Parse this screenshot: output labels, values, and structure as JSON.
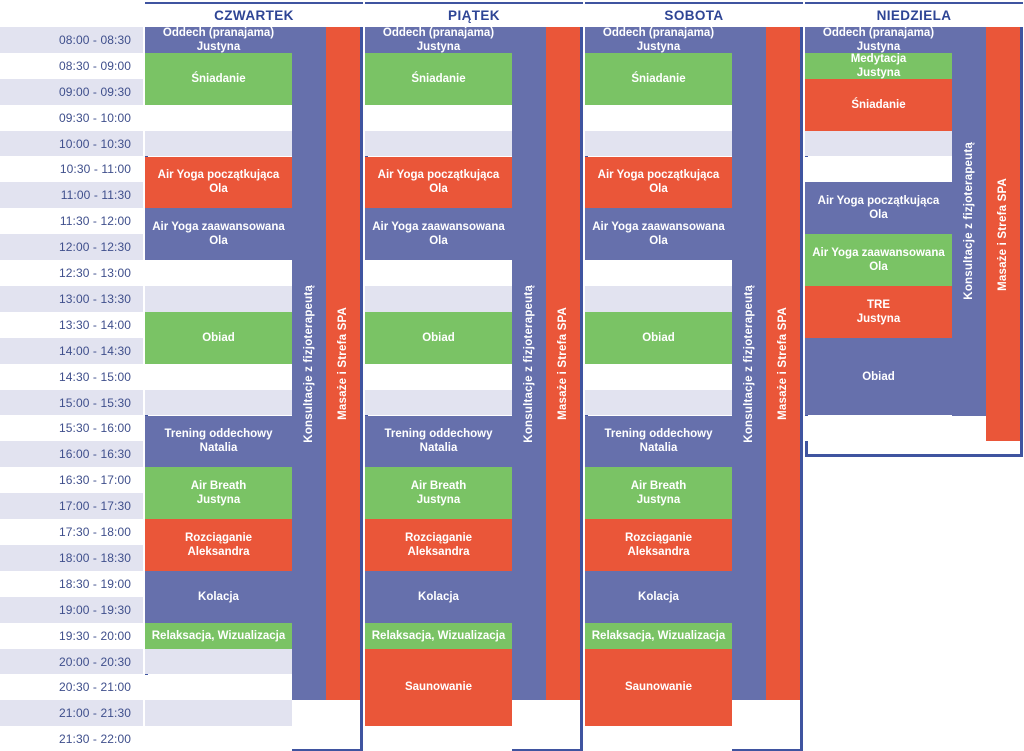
{
  "colors": {
    "blue": "#6670ac",
    "red": "#ea5639",
    "green": "#7ac365",
    "stripe": "#e2e3f0",
    "white": "#ffffff",
    "border": "#3f54a0",
    "text_dark": "#3f4f8c",
    "head_text": "#2e4595"
  },
  "times": [
    "08:00 - 08:30",
    "08:30 - 09:00",
    "09:00 - 09:30",
    "09:30 - 10:00",
    "10:00 - 10:30",
    "10:30 - 11:00",
    "11:00 - 11:30",
    "11:30 - 12:00",
    "12:00 - 12:30",
    "12:30 - 13:00",
    "13:00 - 13:30",
    "13:30 - 14:00",
    "14:00 - 14:30",
    "14:30 - 15:00",
    "15:00 - 15:30",
    "15:30 - 16:00",
    "16:00 - 16:30",
    "16:30 - 17:00",
    "17:00 - 17:30",
    "17:30 - 18:00",
    "18:00 - 18:30",
    "18:30 - 19:00",
    "19:00 - 19:30",
    "19:30 - 20:00",
    "20:00 - 20:30",
    "20:30 - 21:00",
    "21:00 - 21:30",
    "21:30 - 22:00"
  ],
  "sidebar_labels": {
    "physio": "Konsultacje z fizjoterapeutą",
    "spa": "Masaże i Strefa SPA"
  },
  "days": [
    {
      "id": "czwartek",
      "title": "CZWARTEK",
      "events": [
        {
          "title": "Oddech (pranajama)",
          "person": "Justyna",
          "color": "blue",
          "start": 1,
          "span": 1
        },
        {
          "title": "Śniadanie",
          "person": "",
          "color": "green",
          "start": 2,
          "span": 2
        },
        {
          "title": "Air Yoga początkująca",
          "person": "Ola",
          "color": "red",
          "start": 6,
          "span": 2
        },
        {
          "title": "Air Yoga zaawansowana",
          "person": "Ola",
          "color": "blue",
          "start": 8,
          "span": 2
        },
        {
          "title": "Obiad",
          "person": "",
          "color": "green",
          "start": 12,
          "span": 2
        },
        {
          "title": "Trening oddechowy",
          "person": "Natalia",
          "color": "blue",
          "start": 16,
          "span": 2
        },
        {
          "title": "Air Breath",
          "person": "Justyna",
          "color": "green",
          "start": 18,
          "span": 2
        },
        {
          "title": "Rozciąganie",
          "person": "Aleksandra",
          "color": "red",
          "start": 20,
          "span": 2
        },
        {
          "title": "Kolacja",
          "person": "",
          "color": "blue",
          "start": 22,
          "span": 2
        },
        {
          "title": "Relaksacja, Wizualizacja",
          "person": "",
          "color": "green",
          "start": 24,
          "span": 1
        }
      ],
      "physio": {
        "start": 1,
        "span": 26
      },
      "spa": {
        "start": 1,
        "span": 26
      }
    },
    {
      "id": "piatek",
      "title": "PIĄTEK",
      "events": [
        {
          "title": "Oddech (pranajama)",
          "person": "Justyna",
          "color": "blue",
          "start": 1,
          "span": 1
        },
        {
          "title": "Śniadanie",
          "person": "",
          "color": "green",
          "start": 2,
          "span": 2
        },
        {
          "title": "Air Yoga początkująca",
          "person": "Ola",
          "color": "red",
          "start": 6,
          "span": 2
        },
        {
          "title": "Air Yoga zaawansowana",
          "person": "Ola",
          "color": "blue",
          "start": 8,
          "span": 2
        },
        {
          "title": "Obiad",
          "person": "",
          "color": "green",
          "start": 12,
          "span": 2
        },
        {
          "title": "Trening oddechowy",
          "person": "Natalia",
          "color": "blue",
          "start": 16,
          "span": 2
        },
        {
          "title": "Air Breath",
          "person": "Justyna",
          "color": "green",
          "start": 18,
          "span": 2
        },
        {
          "title": "Rozciąganie",
          "person": "Aleksandra",
          "color": "red",
          "start": 20,
          "span": 2
        },
        {
          "title": "Kolacja",
          "person": "",
          "color": "blue",
          "start": 22,
          "span": 2
        },
        {
          "title": "Relaksacja, Wizualizacja",
          "person": "",
          "color": "green",
          "start": 24,
          "span": 1
        },
        {
          "title": "Saunowanie",
          "person": "",
          "color": "red",
          "start": 25,
          "span": 3
        }
      ],
      "physio": {
        "start": 1,
        "span": 26
      },
      "spa": {
        "start": 1,
        "span": 26
      }
    },
    {
      "id": "sobota",
      "title": "SOBOTA",
      "events": [
        {
          "title": "Oddech (pranajama)",
          "person": "Justyna",
          "color": "blue",
          "start": 1,
          "span": 1
        },
        {
          "title": "Śniadanie",
          "person": "",
          "color": "green",
          "start": 2,
          "span": 2
        },
        {
          "title": "Air Yoga początkująca",
          "person": "Ola",
          "color": "red",
          "start": 6,
          "span": 2
        },
        {
          "title": "Air Yoga zaawansowana",
          "person": "Ola",
          "color": "blue",
          "start": 8,
          "span": 2
        },
        {
          "title": "Obiad",
          "person": "",
          "color": "green",
          "start": 12,
          "span": 2
        },
        {
          "title": "Trening oddechowy",
          "person": "Natalia",
          "color": "blue",
          "start": 16,
          "span": 2
        },
        {
          "title": "Air Breath",
          "person": "Justyna",
          "color": "green",
          "start": 18,
          "span": 2
        },
        {
          "title": "Rozciąganie",
          "person": "Aleksandra",
          "color": "red",
          "start": 20,
          "span": 2
        },
        {
          "title": "Kolacja",
          "person": "",
          "color": "blue",
          "start": 22,
          "span": 2
        },
        {
          "title": "Relaksacja, Wizualizacja",
          "person": "",
          "color": "green",
          "start": 24,
          "span": 1
        },
        {
          "title": "Saunowanie",
          "person": "",
          "color": "red",
          "start": 25,
          "span": 3
        }
      ],
      "physio": {
        "start": 1,
        "span": 26
      },
      "spa": {
        "start": 1,
        "span": 26
      }
    },
    {
      "id": "niedziela",
      "title": "NIEDZIELA",
      "events": [
        {
          "title": "Oddech (pranajama)",
          "person": "Justyna",
          "color": "blue",
          "start": 1,
          "span": 1
        },
        {
          "title": "Medytacja",
          "person": "Justyna",
          "color": "green",
          "start": 2,
          "span": 1
        },
        {
          "title": "Śniadanie",
          "person": "",
          "color": "red",
          "start": 3,
          "span": 2
        },
        {
          "title": "Air Yoga początkująca",
          "person": "Ola",
          "color": "blue",
          "start": 7,
          "span": 2
        },
        {
          "title": "Air Yoga zaawansowana",
          "person": "Ola",
          "color": "green",
          "start": 9,
          "span": 2
        },
        {
          "title": "TRE",
          "person": "Justyna",
          "color": "red",
          "start": 11,
          "span": 2
        },
        {
          "title": "Obiad",
          "person": "",
          "color": "blue",
          "start": 13,
          "span": 3
        }
      ],
      "physio": {
        "start": 1,
        "span": 15
      },
      "spa": {
        "start": 1,
        "span": 16
      }
    }
  ]
}
